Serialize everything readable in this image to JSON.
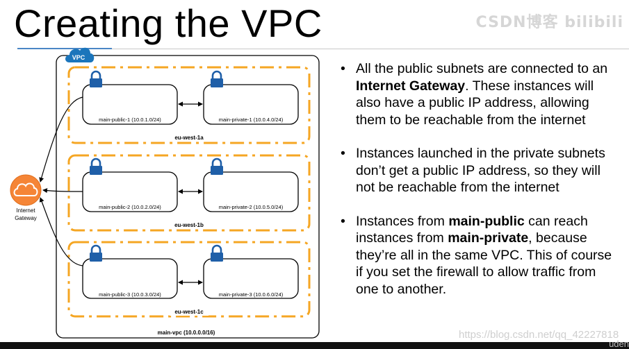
{
  "slide": {
    "title": "Creating the VPC",
    "watermark_top": "CSDN博客 bilibili",
    "watermark_url": "https://blog.csdn.net/qq_42227818",
    "watermark_corner": "uden"
  },
  "diagram": {
    "vpc_badge": "VPC",
    "vpc_label": "main-vpc (10.0.0.0/16)",
    "gateway_label_line1": "Internet",
    "gateway_label_line2": "Gateway",
    "zones": [
      {
        "name": "eu-west-1a",
        "public_subnet": "main-public-1 (10.0.1.0/24)",
        "private_subnet": "main-private-1 (10.0.4.0/24)"
      },
      {
        "name": "eu-west-1b",
        "public_subnet": "main-public-2 (10.0.2.0/24)",
        "private_subnet": "main-private-2 (10.0.5.0/24)"
      },
      {
        "name": "eu-west-1c",
        "public_subnet": "main-public-3 (10.0.3.0/24)",
        "private_subnet": "main-private-3 (10.0.6.0/24)"
      }
    ],
    "colors": {
      "zone_dash": "#f5a623",
      "gateway": "#f58536",
      "lock": "#1f5fa8",
      "vpc_badge": "#1b75bb"
    },
    "icons": [
      "cloud-icon",
      "lock-icon"
    ]
  },
  "bullets": [
    {
      "pre": "All the public subnets are connected to an ",
      "bold": "Internet Gateway",
      "post": ". These instances will also have a public IP address, allowing them to be reachable from the internet"
    },
    {
      "text": "Instances launched in the private subnets don’t get a public IP address, so they will not be reachable from the internet"
    },
    {
      "pre": "Instances from ",
      "bold": "main-public",
      "mid": " can reach instances from ",
      "bold2": "main-private",
      "post": ", because they’re all in the same VPC. This of course if you set the firewall to allow traffic from one to another."
    }
  ]
}
